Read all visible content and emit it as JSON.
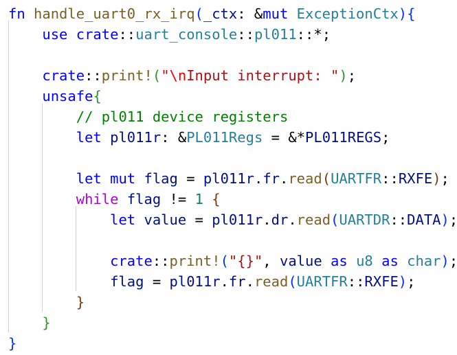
{
  "editor": {
    "lines": [
      {
        "tokens": [
          {
            "t": "fn ",
            "c": "kw"
          },
          {
            "t": "handle_uart0_rx_irq",
            "c": "fn"
          },
          {
            "t": "(",
            "c": "b1"
          },
          {
            "t": "_ctx",
            "c": "var"
          },
          {
            "t": ": &",
            "c": "pl"
          },
          {
            "t": "mut ",
            "c": "kw"
          },
          {
            "t": "ExceptionCtx",
            "c": "ty"
          },
          {
            "t": ")",
            "c": "b1"
          },
          {
            "t": "{",
            "c": "b1"
          }
        ]
      },
      {
        "tokens": [
          {
            "t": "    ",
            "c": "pl"
          },
          {
            "t": "use ",
            "c": "kw"
          },
          {
            "t": "crate",
            "c": "kw"
          },
          {
            "t": "::",
            "c": "pl"
          },
          {
            "t": "uart_console",
            "c": "ty"
          },
          {
            "t": "::",
            "c": "pl"
          },
          {
            "t": "pl011",
            "c": "ty"
          },
          {
            "t": "::*;",
            "c": "pl"
          }
        ]
      },
      {
        "tokens": []
      },
      {
        "tokens": [
          {
            "t": "    ",
            "c": "pl"
          },
          {
            "t": "crate",
            "c": "kw"
          },
          {
            "t": "::",
            "c": "pl"
          },
          {
            "t": "print!",
            "c": "fn"
          },
          {
            "t": "(",
            "c": "b2"
          },
          {
            "t": "\"",
            "c": "str"
          },
          {
            "t": "\\n",
            "c": "esc"
          },
          {
            "t": "Input interrupt: \"",
            "c": "str"
          },
          {
            "t": ")",
            "c": "b2"
          },
          {
            "t": ";",
            "c": "pl"
          }
        ]
      },
      {
        "tokens": [
          {
            "t": "    ",
            "c": "pl"
          },
          {
            "t": "unsafe",
            "c": "kw"
          },
          {
            "t": "{",
            "c": "b2"
          }
        ]
      },
      {
        "tokens": [
          {
            "t": "        ",
            "c": "pl"
          },
          {
            "t": "// pl011 device registers",
            "c": "cmt"
          }
        ]
      },
      {
        "tokens": [
          {
            "t": "        ",
            "c": "pl"
          },
          {
            "t": "let ",
            "c": "kw"
          },
          {
            "t": "pl011r",
            "c": "var"
          },
          {
            "t": ": &",
            "c": "pl"
          },
          {
            "t": "PL011Regs",
            "c": "ty"
          },
          {
            "t": " = &*",
            "c": "pl"
          },
          {
            "t": "PL011REGS",
            "c": "var"
          },
          {
            "t": ";",
            "c": "pl"
          }
        ]
      },
      {
        "tokens": []
      },
      {
        "tokens": [
          {
            "t": "        ",
            "c": "pl"
          },
          {
            "t": "let ",
            "c": "kw"
          },
          {
            "t": "mut ",
            "c": "kw"
          },
          {
            "t": "flag",
            "c": "var"
          },
          {
            "t": " = ",
            "c": "pl"
          },
          {
            "t": "pl011r",
            "c": "var"
          },
          {
            "t": ".",
            "c": "pl"
          },
          {
            "t": "fr",
            "c": "var"
          },
          {
            "t": ".",
            "c": "pl"
          },
          {
            "t": "read",
            "c": "fn"
          },
          {
            "t": "(",
            "c": "b3"
          },
          {
            "t": "UARTFR",
            "c": "ty"
          },
          {
            "t": "::",
            "c": "pl"
          },
          {
            "t": "RXFE",
            "c": "var"
          },
          {
            "t": ")",
            "c": "b3"
          },
          {
            "t": ";",
            "c": "pl"
          }
        ]
      },
      {
        "tokens": [
          {
            "t": "        ",
            "c": "pl"
          },
          {
            "t": "while ",
            "c": "kwc"
          },
          {
            "t": "flag",
            "c": "var"
          },
          {
            "t": " != ",
            "c": "pl"
          },
          {
            "t": "1",
            "c": "num"
          },
          {
            "t": " ",
            "c": "pl"
          },
          {
            "t": "{",
            "c": "b3"
          }
        ]
      },
      {
        "tokens": [
          {
            "t": "            ",
            "c": "pl"
          },
          {
            "t": "let ",
            "c": "kw"
          },
          {
            "t": "value",
            "c": "var"
          },
          {
            "t": " = ",
            "c": "pl"
          },
          {
            "t": "pl011r",
            "c": "var"
          },
          {
            "t": ".",
            "c": "pl"
          },
          {
            "t": "dr",
            "c": "var"
          },
          {
            "t": ".",
            "c": "pl"
          },
          {
            "t": "read",
            "c": "fn"
          },
          {
            "t": "(",
            "c": "b1"
          },
          {
            "t": "UARTDR",
            "c": "ty"
          },
          {
            "t": "::",
            "c": "pl"
          },
          {
            "t": "DATA",
            "c": "var"
          },
          {
            "t": ")",
            "c": "b1"
          },
          {
            "t": ";",
            "c": "pl"
          }
        ]
      },
      {
        "tokens": []
      },
      {
        "tokens": [
          {
            "t": "            ",
            "c": "pl"
          },
          {
            "t": "crate",
            "c": "kw"
          },
          {
            "t": "::",
            "c": "pl"
          },
          {
            "t": "print!",
            "c": "fn"
          },
          {
            "t": "(",
            "c": "b1"
          },
          {
            "t": "\"{}\"",
            "c": "str"
          },
          {
            "t": ", ",
            "c": "pl"
          },
          {
            "t": "value",
            "c": "var"
          },
          {
            "t": " ",
            "c": "pl"
          },
          {
            "t": "as ",
            "c": "kw"
          },
          {
            "t": "u8",
            "c": "ty"
          },
          {
            "t": " ",
            "c": "pl"
          },
          {
            "t": "as ",
            "c": "kw"
          },
          {
            "t": "char",
            "c": "ty"
          },
          {
            "t": ")",
            "c": "b1"
          },
          {
            "t": ";",
            "c": "pl"
          }
        ]
      },
      {
        "tokens": [
          {
            "t": "            ",
            "c": "pl"
          },
          {
            "t": "flag",
            "c": "var"
          },
          {
            "t": " = ",
            "c": "pl"
          },
          {
            "t": "pl011r",
            "c": "var"
          },
          {
            "t": ".",
            "c": "pl"
          },
          {
            "t": "fr",
            "c": "var"
          },
          {
            "t": ".",
            "c": "pl"
          },
          {
            "t": "read",
            "c": "fn"
          },
          {
            "t": "(",
            "c": "b1"
          },
          {
            "t": "UARTFR",
            "c": "ty"
          },
          {
            "t": "::",
            "c": "pl"
          },
          {
            "t": "RXFE",
            "c": "var"
          },
          {
            "t": ")",
            "c": "b1"
          },
          {
            "t": ";",
            "c": "pl"
          }
        ]
      },
      {
        "tokens": [
          {
            "t": "        ",
            "c": "pl"
          },
          {
            "t": "}",
            "c": "b3"
          }
        ]
      },
      {
        "tokens": [
          {
            "t": "    ",
            "c": "pl"
          },
          {
            "t": "}",
            "c": "b2"
          }
        ]
      },
      {
        "tokens": [
          {
            "t": "}",
            "c": "b1"
          }
        ]
      }
    ]
  },
  "colors": {
    "background": "#ffffff",
    "keyword": "#0000ff",
    "control_keyword": "#af00db",
    "type": "#267f99",
    "function": "#795e26",
    "string": "#a31515",
    "escape": "#ee0000",
    "comment": "#008000",
    "number": "#098658",
    "variable": "#001080",
    "bracket_level_1": "#0431fa",
    "bracket_level_2": "#319331",
    "bracket_level_3": "#7b3814",
    "indent_guide": "#d3d3d3"
  }
}
